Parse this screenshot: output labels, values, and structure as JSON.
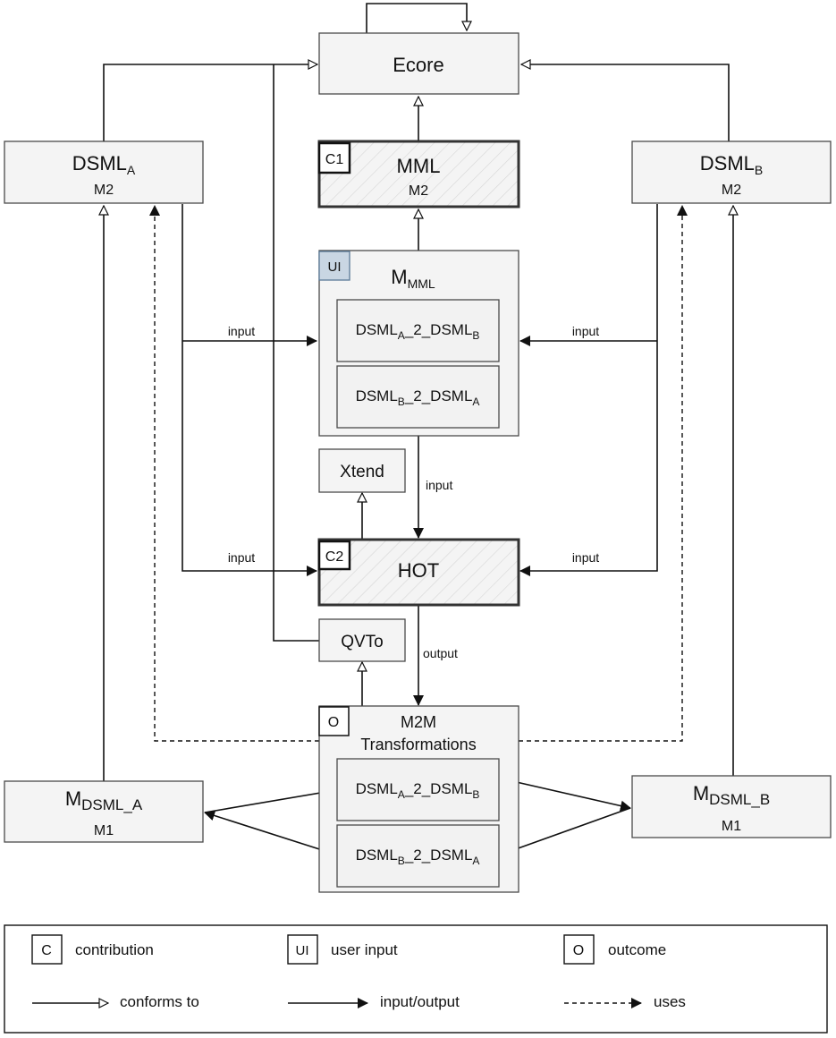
{
  "nodes": {
    "ecore": {
      "label": "Ecore"
    },
    "dsml_a": {
      "label": "DSML",
      "sub": "A",
      "level": "M2"
    },
    "dsml_b": {
      "label": "DSML",
      "sub": "B",
      "level": "M2"
    },
    "mml": {
      "label": "MML",
      "level": "M2",
      "tag": "C1"
    },
    "m_mml": {
      "label": "M",
      "sub": "MML",
      "tag": "UI"
    },
    "m_mml_a2b": {
      "p1": "DSML",
      "s1": "A",
      "p2": "_2_DSML",
      "s2": "B"
    },
    "m_mml_b2a": {
      "p1": "DSML",
      "s1": "B",
      "p2": "_2_DSML",
      "s2": "A"
    },
    "xtend": {
      "label": "Xtend"
    },
    "hot": {
      "label": "HOT",
      "tag": "C2"
    },
    "qvto": {
      "label": "QVTo"
    },
    "m2m": {
      "line1": "M2M",
      "line2": "Transformations",
      "tag": "O"
    },
    "m2m_a2b": {
      "p1": "DSML",
      "s1": "A",
      "p2": "_2_DSML",
      "s2": "B"
    },
    "m2m_b2a": {
      "p1": "DSML",
      "s1": "B",
      "p2": "_2_DSML",
      "s2": "A"
    },
    "m_dsml_a": {
      "label": "M",
      "sub": "DSML_A",
      "level": "M1"
    },
    "m_dsml_b": {
      "label": "M",
      "sub": "DSML_B",
      "level": "M1"
    }
  },
  "edge_labels": {
    "input_a_mmml": "input",
    "input_b_mmml": "input",
    "input_mmml_hot": "input",
    "input_a_hot": "input",
    "input_b_hot": "input",
    "output_hot_m2m": "output"
  },
  "legend": {
    "contribution_tag": "C",
    "contribution": "contribution",
    "user_input_tag": "UI",
    "user_input": "user input",
    "outcome_tag": "O",
    "outcome": "outcome",
    "conforms_to": "conforms to",
    "input_output": "input/output",
    "uses": "uses"
  }
}
